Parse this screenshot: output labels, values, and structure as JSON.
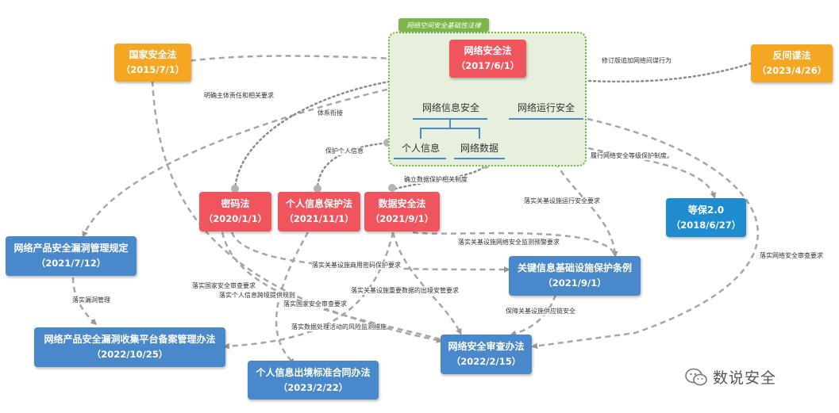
{
  "region": {
    "tag": "网络空间安全基础性法律"
  },
  "nodes": {
    "cyber_law": {
      "title": "网络安全法",
      "date": "（2017/6/1）"
    },
    "national_security_law": {
      "title": "国家安全法",
      "date": "（2015/7/1）"
    },
    "anti_espionage_law": {
      "title": "反间谍法",
      "date": "（2023/4/26）"
    },
    "crypto_law": {
      "title": "密码法",
      "date": "（2020/1/1）"
    },
    "pipl": {
      "title": "个人信息保护法",
      "date": "（2021/11/1）"
    },
    "data_security_law": {
      "title": "数据安全法",
      "date": "（2021/9/1）"
    },
    "mlps": {
      "title": "等保2.0",
      "date": "（2018/6/27）"
    },
    "vuln_mgmt": {
      "title": "网络产品安全漏洞管理规定",
      "date": "（2021/7/12）"
    },
    "cii_regulation": {
      "title": "关键信息基础设施保护条例",
      "date": "（2021/9/1）"
    },
    "vuln_platform": {
      "title": "网络产品安全漏洞收集平台备案管理办法",
      "date": "（2022/10/25）"
    },
    "security_review": {
      "title": "网络安全审查办法",
      "date": "（2022/2/15）"
    },
    "pi_export_contract": {
      "title": "个人信息出境标准合同办法",
      "date": "（2023/2/22）"
    }
  },
  "subtopics": {
    "network_info_security": "网络信息安全",
    "network_operation_security": "网络运行安全",
    "personal_info": "个人信息",
    "network_data": "网络数据"
  },
  "edge_labels": {
    "clarify_subject": "明确主体责任和相关要求",
    "system_link": "体系衔接",
    "revision_add": "修订版追加网络间谍行为",
    "protect_pi": "保护个人信息",
    "data_protection": "确立数据保护相关制度",
    "mlps_fulfill": "履行网络安全等级保护制度。",
    "cii_operation": "落实关基设施运行安全要求",
    "cii_monitoring": "落实关基设施网络安全监测预警要求",
    "cii_crypto": "落实关基设施商用密码保护要求",
    "review_req": "落实网络安全审查要求",
    "national_review": "落实国家安全审查要求",
    "pi_export": "落实个人信息跨境提供规则",
    "national_review_2": "落实国家安全审查要求",
    "cii_data_export": "落实关基设施重要数据的出境安管要求",
    "data_risk": "落实数据处理活动的风险监测措施",
    "vuln_impl": "落实漏洞管理",
    "supply_chain": "保障关基设施供应链安全"
  },
  "watermark": "数说安全",
  "colors": {
    "red": "#f0545c",
    "orange": "#f5a623",
    "blue": "#4a88cc",
    "green": "#7ab648",
    "edge": "#999999",
    "subline": "#4a88cc"
  }
}
